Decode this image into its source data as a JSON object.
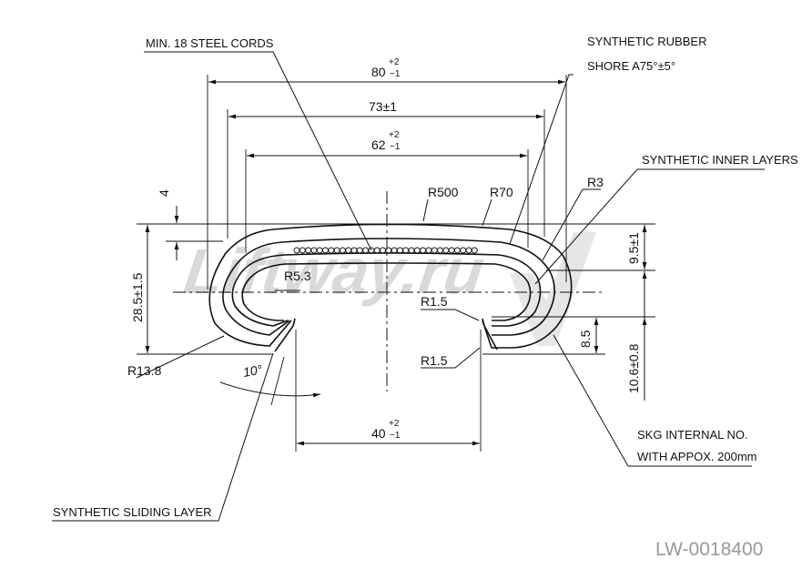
{
  "callouts": {
    "steel_cords": "MIN. 18 STEEL CORDS",
    "rubber_line1": "SYNTHETIC RUBBER",
    "rubber_line2": "SHORE A75°±5°",
    "inner_layers": "SYNTHETIC INNER LAYERS",
    "sliding_layer": "SYNTHETIC SLIDING LAYER",
    "skg_line1": "SKG INTERNAL NO.",
    "skg_line2": "WITH APPOX. 200mm"
  },
  "dimensions": {
    "width_total": "80",
    "width_total_tol_up": "+2",
    "width_total_tol_dn": "−1",
    "width_mid": "73±1",
    "width_inner": "62",
    "width_inner_tol_up": "+2",
    "width_inner_tol_dn": "−1",
    "opening": "40",
    "opening_tol_up": "+2",
    "opening_tol_dn": "−1",
    "thickness_top": "4",
    "height_total": "28.5±1.5",
    "height_upper": "9.5±1",
    "height_lower": "10.6±0.8",
    "lip_height": "8.5",
    "angle": "10°"
  },
  "radii": {
    "r500": "R500",
    "r70": "R70",
    "r3": "R3",
    "r5_3": "R5.3",
    "r1_5_top": "R1.5",
    "r1_5_bottom": "R1.5",
    "r13_8": "R13.8"
  },
  "watermark": "Liftway.ru",
  "drawing_code": "LW-0018400",
  "colors": {
    "line": "#111111",
    "watermark": "#d9d9d9",
    "code": "#9a9a9a"
  }
}
